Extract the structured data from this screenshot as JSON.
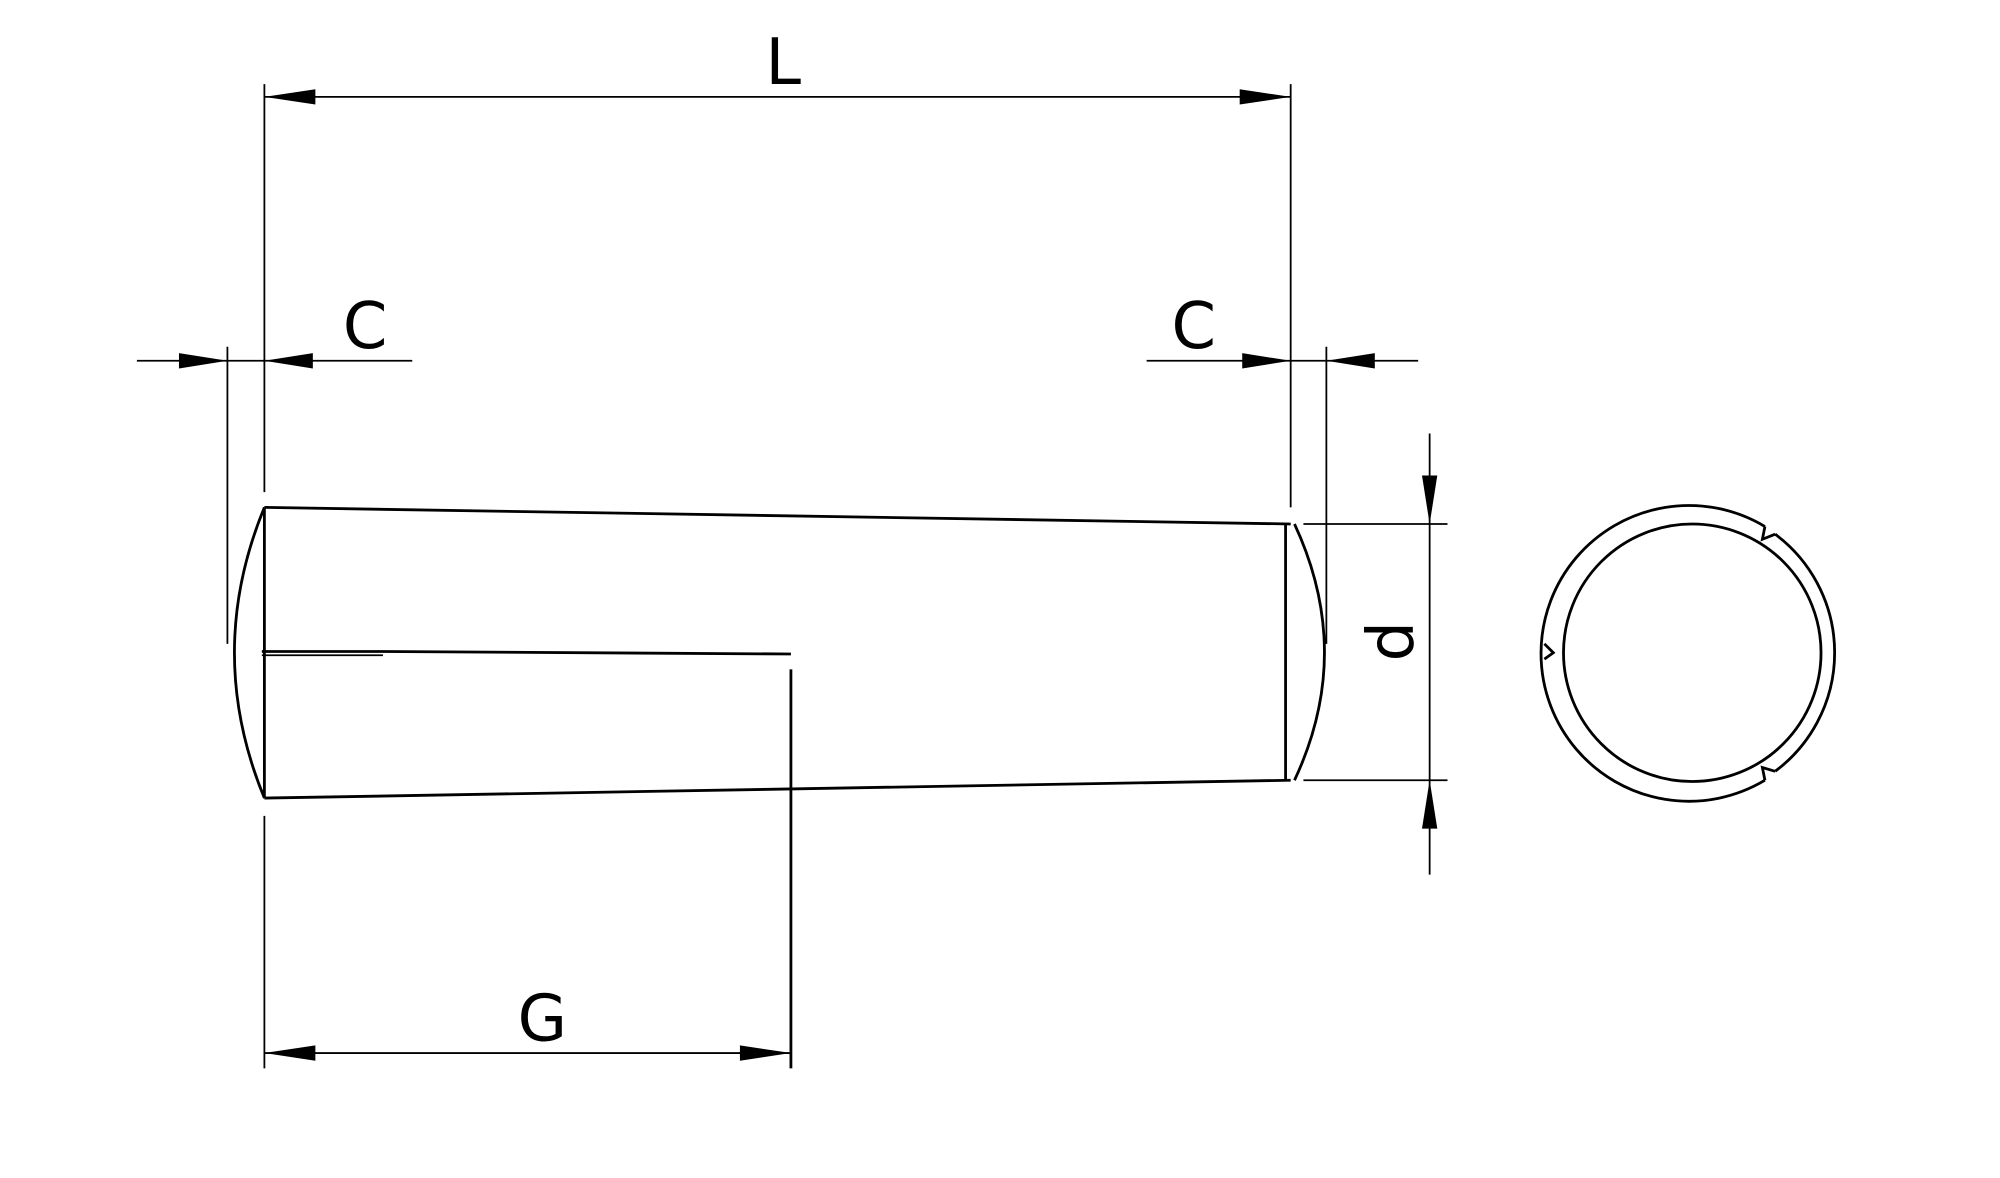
{
  "drawing": {
    "labels": {
      "length": "L",
      "chamfer_left": "C",
      "chamfer_right": "C",
      "diameter": "d",
      "slot_length": "G"
    },
    "line_color": "#000000",
    "background": "#ffffff"
  }
}
